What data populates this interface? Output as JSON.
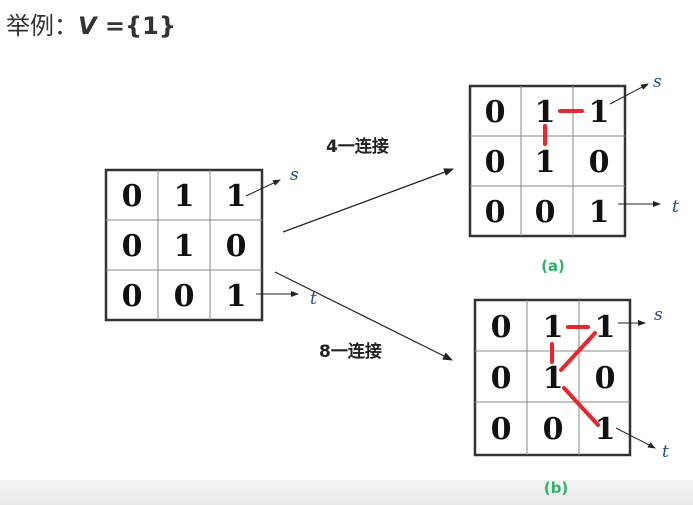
{
  "title": {
    "prefix": "举例：",
    "var": "V",
    "eq": " ={1}"
  },
  "source_grid": {
    "cells": [
      [
        "0",
        "1",
        "1"
      ],
      [
        "0",
        "1",
        "0"
      ],
      [
        "0",
        "0",
        "1"
      ]
    ],
    "s_label": "s",
    "t_label": "t"
  },
  "arrow_4": {
    "label": "4一连接"
  },
  "arrow_8": {
    "label": "8一连接"
  },
  "grid_a": {
    "cells": [
      [
        "0",
        "1",
        "1"
      ],
      [
        "0",
        "1",
        "0"
      ],
      [
        "0",
        "0",
        "1"
      ]
    ],
    "s_label": "s",
    "t_label": "t",
    "caption": "(a)"
  },
  "grid_b": {
    "cells": [
      [
        "0",
        "1",
        "1"
      ],
      [
        "0",
        "1",
        "0"
      ],
      [
        "0",
        "0",
        "1"
      ]
    ],
    "s_label": "s",
    "t_label": "t",
    "caption": "(b)"
  },
  "colors": {
    "path": "#e8262b",
    "caption": "#2db36b",
    "st_label": "#1f4e8c"
  }
}
